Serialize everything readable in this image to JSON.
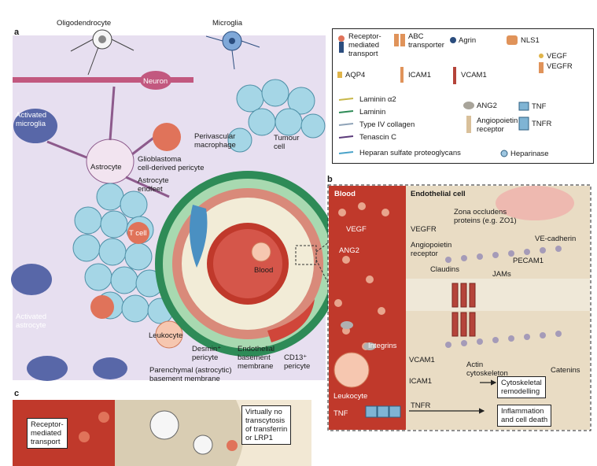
{
  "panels": {
    "a": "a",
    "b": "b",
    "c": "c"
  },
  "panel_a": {
    "oligodendrocyte": "Oligodendrocyte",
    "microglia": "Microglia",
    "neuron": "Neuron",
    "activated_microglia": [
      "Activated",
      "microglia"
    ],
    "astrocyte": "Astrocyte",
    "glioblastoma_pericyte": [
      "Glioblastoma",
      "cell-derived pericyte"
    ],
    "astrocyte_endfeet": [
      "Astrocyte",
      "endfeet"
    ],
    "perivascular_macrophage": [
      "Perivascular",
      "macrophage"
    ],
    "tumour_cell": [
      "Tumour",
      "cell"
    ],
    "tcell": "T cell",
    "blood": "Blood",
    "activated_astrocyte": [
      "Activated",
      "astrocyte"
    ],
    "leukocyte": "Leukocyte",
    "desmin_pericyte": [
      "Desmin⁺",
      "pericyte"
    ],
    "endothelial_bm": [
      "Endothelial",
      "basement",
      "membrane"
    ],
    "cd13_pericyte": [
      "CD13⁺",
      "pericyte"
    ],
    "parenchymal_bm": [
      "Parenchymal (astrocytic)",
      "basement membrane"
    ]
  },
  "legend": {
    "receptor_mediated": [
      "Receptor-",
      "mediated",
      "transport"
    ],
    "abc": [
      "ABC",
      "transporter"
    ],
    "agrin": "Agrin",
    "nls1": "NLS1",
    "vegf": "VEGF",
    "vegfr": "VEGFR",
    "aqp4": "AQP4",
    "icam1": "ICAM1",
    "vcam1": "VCAM1",
    "laminin_a2": "Laminin α2",
    "laminin": "Laminin",
    "type4": "Type IV collagen",
    "tenascin": "Tenascin C",
    "hspg": "Heparan sulfate proteoglycans",
    "ang2": "ANG2",
    "angiopoietin_receptor": [
      "Angiopoietin",
      "receptor"
    ],
    "tnf": "TNF",
    "tnfr": "TNFR",
    "heparinase": "Heparinase",
    "colors": {
      "laminin_a2": "#c8b84a",
      "laminin": "#2e8b57",
      "type4": "#8fa3b8",
      "tenascin": "#5b3a7a",
      "hspg": "#4aa3c9"
    }
  },
  "panel_b": {
    "blood": "Blood",
    "endothelial_cell": "Endothelial cell",
    "vegf": "VEGF",
    "vegfr": "VEGFR",
    "zona": [
      "Zona occludens",
      "proteins (e.g. ZO1)"
    ],
    "ve_cadherin": "VE-cadherin",
    "ang2": "ANG2",
    "angiopoietin_receptor": [
      "Angiopoietin",
      "receptor"
    ],
    "claudins": "Claudins",
    "jams": "JAMs",
    "pecam1": "PECAM1",
    "integrins": "Integrins",
    "vcam1": "VCAM1",
    "icam1": "ICAM1",
    "actin": [
      "Actin",
      "cytoskeleton"
    ],
    "catenins": "Catenins",
    "leukocyte": "Leukocyte",
    "tnf": "TNF",
    "tnfr": "TNFR",
    "cyto_remodel": [
      "Cytoskeletal",
      "remodelling"
    ],
    "inflammation": [
      "Inflammation",
      "and cell death"
    ]
  },
  "panel_c": {
    "receptor_mediated": [
      "Receptor-",
      "mediated",
      "transport"
    ],
    "no_transcytosis": [
      "Virtually no",
      "transcytosis",
      "of transferrin",
      "or LRP1"
    ]
  }
}
